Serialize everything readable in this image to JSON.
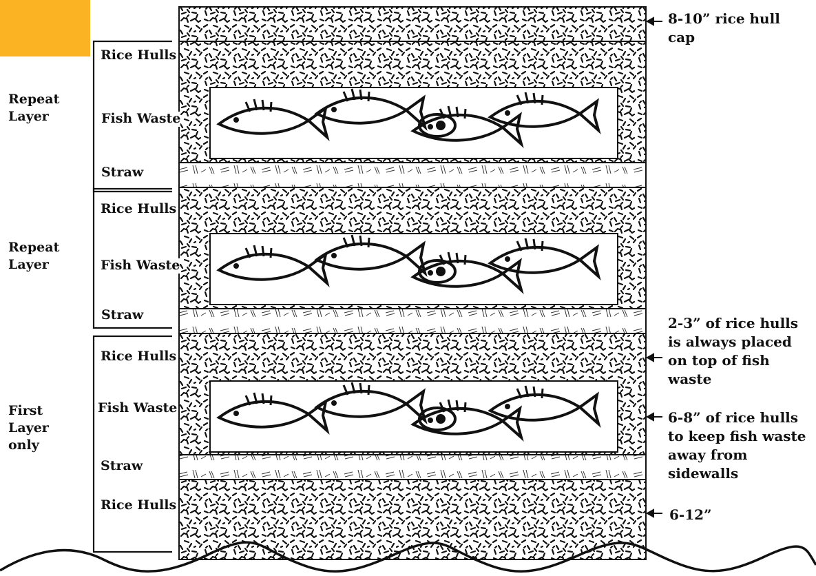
{
  "colors": {
    "accent": "#FBB324",
    "ink": "#111111",
    "paper": "#ffffff"
  },
  "layer_labels": {
    "repeat_top": {
      "rice_hulls": "Rice Hulls",
      "fish_waste": "Fish Waste",
      "straw": "Straw"
    },
    "repeat_middle": {
      "rice_hulls": "Rice Hulls",
      "fish_waste": "Fish Waste",
      "straw": "Straw"
    },
    "first": {
      "rice_hulls_top": "Rice Hulls",
      "fish_waste": "Fish Waste",
      "straw": "Straw",
      "rice_hulls_bottom": "Rice Hulls"
    }
  },
  "group_labels": {
    "repeat_top": [
      "Repeat",
      "Layer"
    ],
    "repeat_middle": [
      "Repeat",
      "Layer"
    ],
    "first": [
      "First",
      "Layer",
      "only"
    ]
  },
  "annotations": {
    "cap": [
      "8-10” rice hull",
      "cap"
    ],
    "hull_on_waste": [
      "2-3” of rice hulls",
      "is always placed",
      "on top of fish",
      "waste"
    ],
    "hull_sidewalls": [
      "6-8” of rice hulls",
      "to keep fish waste",
      "away from",
      "sidewalls"
    ],
    "base": "6-12”"
  }
}
